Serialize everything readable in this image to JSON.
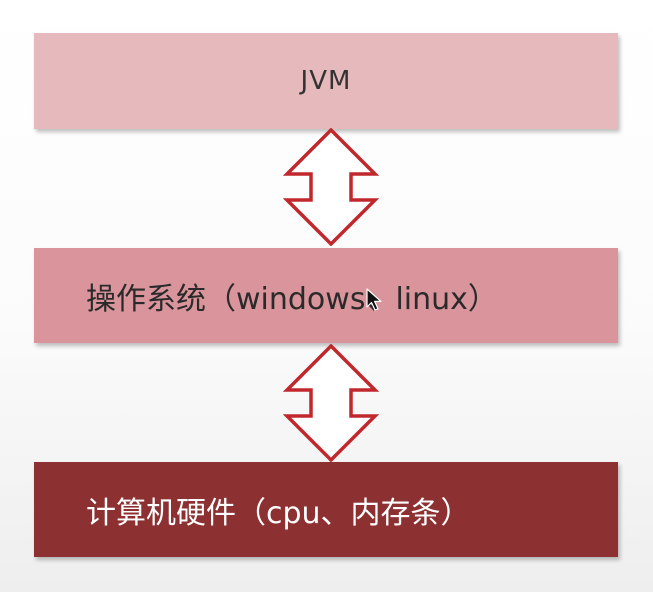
{
  "diagram": {
    "layers": [
      {
        "id": "jvm",
        "label": "JVM",
        "color": "#e6b9bd",
        "text_color": "#333333"
      },
      {
        "id": "os",
        "label": "操作系统（windows、linux）",
        "color": "#d9959b",
        "text_color": "#2a2a2a"
      },
      {
        "id": "hardware",
        "label": "计算机硬件（cpu、内存条）",
        "color": "#8c3032",
        "text_color": "#ffffff"
      }
    ],
    "connectors": [
      {
        "between": [
          "JVM",
          "操作系统（windows、linux）"
        ],
        "icon": "double-arrow-icon",
        "direction": "bidirectional",
        "color": "#c0282d"
      },
      {
        "between": [
          "操作系统（windows、linux）",
          "计算机硬件（cpu、内存条）"
        ],
        "icon": "double-arrow-icon",
        "direction": "bidirectional",
        "color": "#c0282d"
      }
    ],
    "cursor_icon": "mouse-pointer-icon"
  }
}
